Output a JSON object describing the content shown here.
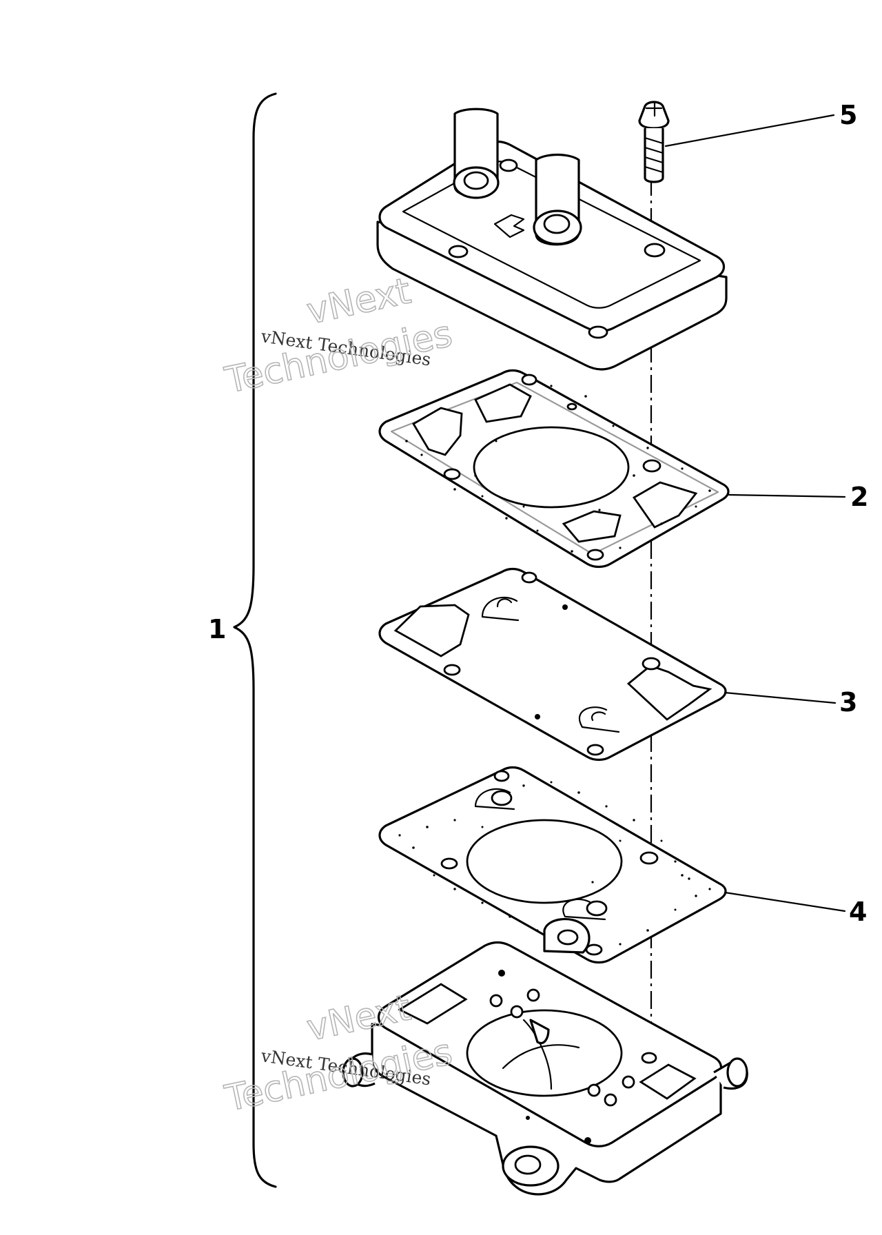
{
  "diagram": {
    "callouts": [
      {
        "id": "1",
        "label": "1"
      },
      {
        "id": "2",
        "label": "2"
      },
      {
        "id": "3",
        "label": "3"
      },
      {
        "id": "4",
        "label": "4"
      },
      {
        "id": "5",
        "label": "5"
      }
    ],
    "watermarks": [
      {
        "small": "vNext Technologies",
        "big_line1": "vNext",
        "big_line2": "Technologies"
      },
      {
        "small": "vNext Technologies",
        "big_line1": "vNext",
        "big_line2": "Technologies"
      }
    ]
  }
}
